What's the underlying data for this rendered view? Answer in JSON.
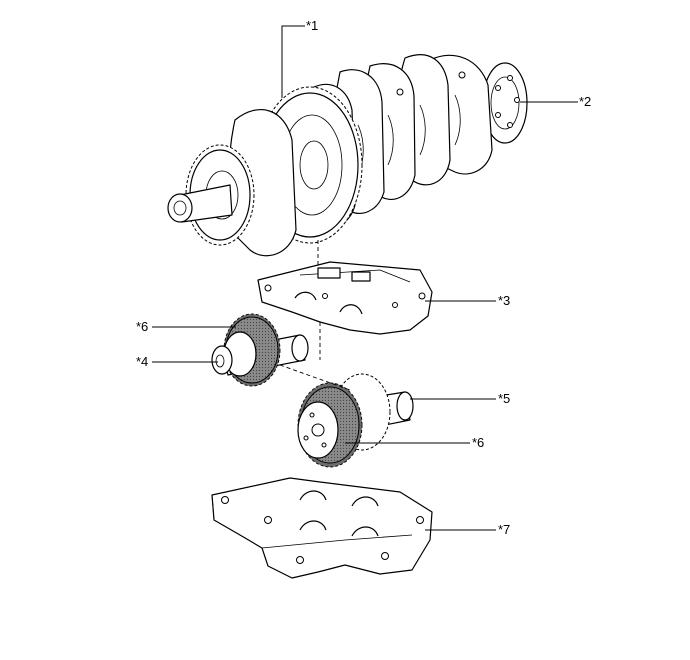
{
  "callouts": {
    "c1": "*1",
    "c2": "*2",
    "c3": "*3",
    "c4": "*4",
    "c5": "*5",
    "c6a": "*6",
    "c6b": "*6",
    "c7": "*7"
  }
}
